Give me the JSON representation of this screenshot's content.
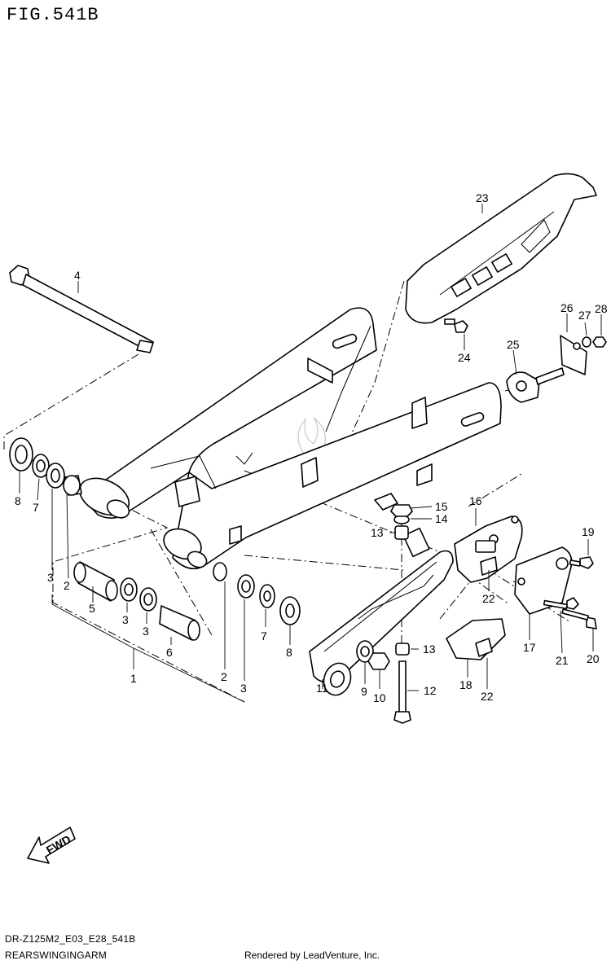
{
  "header": {
    "figure_title": "FIG.541B"
  },
  "footer": {
    "model_code": "DR-Z125M2_E03_E28_541B",
    "subtitle": "REARSWINGINGARM",
    "credit": "Rendered by LeadVenture, Inc."
  },
  "arrow": {
    "label": "FWD"
  },
  "callouts": [
    {
      "id": "c23",
      "text": "23"
    },
    {
      "id": "c4",
      "text": "4"
    },
    {
      "id": "c26",
      "text": "26"
    },
    {
      "id": "c27",
      "text": "27"
    },
    {
      "id": "c28",
      "text": "28"
    },
    {
      "id": "c24",
      "text": "24"
    },
    {
      "id": "c25",
      "text": "25"
    },
    {
      "id": "c8a",
      "text": "8"
    },
    {
      "id": "c7a",
      "text": "7"
    },
    {
      "id": "c3a",
      "text": "3"
    },
    {
      "id": "c2a",
      "text": "2"
    },
    {
      "id": "c5",
      "text": "5"
    },
    {
      "id": "c3b",
      "text": "3"
    },
    {
      "id": "c3c",
      "text": "3"
    },
    {
      "id": "c6",
      "text": "6"
    },
    {
      "id": "c1",
      "text": "1"
    },
    {
      "id": "c2b",
      "text": "2"
    },
    {
      "id": "c3d",
      "text": "3"
    },
    {
      "id": "c7b",
      "text": "7"
    },
    {
      "id": "c8b",
      "text": "8"
    },
    {
      "id": "c15",
      "text": "15"
    },
    {
      "id": "c14",
      "text": "14"
    },
    {
      "id": "c13a",
      "text": "13"
    },
    {
      "id": "c16",
      "text": "16"
    },
    {
      "id": "c19",
      "text": "19"
    },
    {
      "id": "c22a",
      "text": "22"
    },
    {
      "id": "c13b",
      "text": "13"
    },
    {
      "id": "c11",
      "text": "11"
    },
    {
      "id": "c9",
      "text": "9"
    },
    {
      "id": "c10",
      "text": "10"
    },
    {
      "id": "c12",
      "text": "12"
    },
    {
      "id": "c18",
      "text": "18"
    },
    {
      "id": "c22b",
      "text": "22"
    },
    {
      "id": "c17",
      "text": "17"
    },
    {
      "id": "c21",
      "text": "21"
    },
    {
      "id": "c20",
      "text": "20"
    }
  ]
}
